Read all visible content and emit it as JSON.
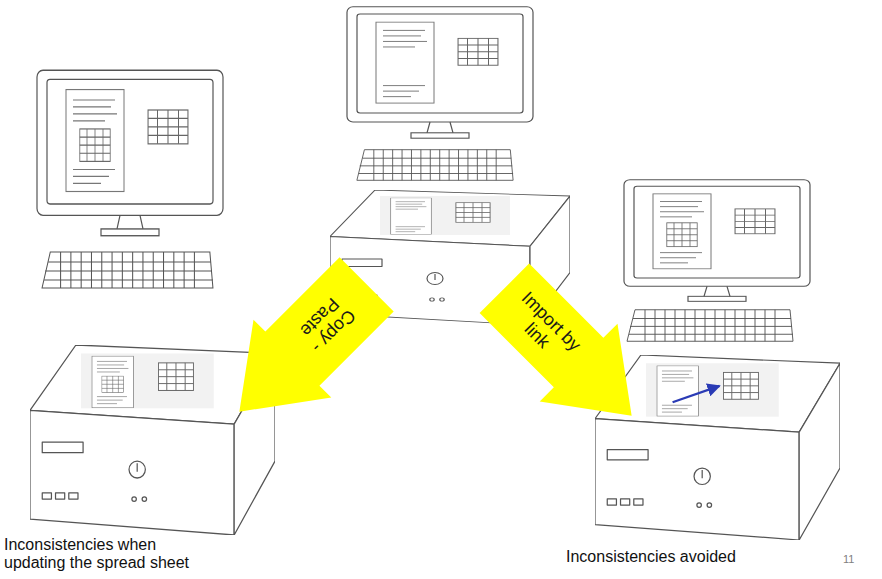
{
  "diagram": {
    "nodes": [
      {
        "text": [
          "Copy - Paste"
        ]
      },
      {
        "text": [
          "Import by link"
        ]
      }
    ],
    "labels": [
      "Inconsistencies when updating the spread sheet",
      "Inconsistencies avoided",
      "11"
    ]
  }
}
